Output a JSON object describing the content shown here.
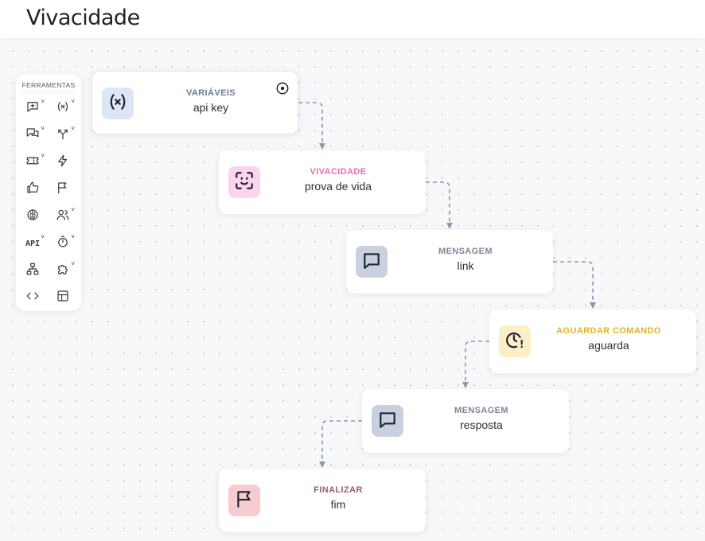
{
  "header": {
    "title": "Vivacidade"
  },
  "toolbox": {
    "title": "FERRAMENTAS",
    "tools": [
      {
        "icon": "add-message-icon",
        "dropdown": true
      },
      {
        "icon": "variable-icon",
        "dropdown": true
      },
      {
        "icon": "chat-bubbles-icon",
        "dropdown": true
      },
      {
        "icon": "split-arrows-icon",
        "dropdown": true
      },
      {
        "icon": "ticket-icon",
        "dropdown": true
      },
      {
        "icon": "lightning-icon",
        "dropdown": false
      },
      {
        "icon": "thumbs-up-icon",
        "dropdown": false
      },
      {
        "icon": "flag-icon",
        "dropdown": false
      },
      {
        "icon": "brain-icon",
        "dropdown": false
      },
      {
        "icon": "users-icon",
        "dropdown": true
      },
      {
        "icon": "api-icon",
        "label": "API",
        "dropdown": true
      },
      {
        "icon": "timer-icon",
        "dropdown": true
      },
      {
        "icon": "org-chart-icon",
        "dropdown": false
      },
      {
        "icon": "puzzle-icon",
        "dropdown": true
      },
      {
        "icon": "code-icon",
        "dropdown": false
      },
      {
        "icon": "table-icon",
        "dropdown": false
      }
    ]
  },
  "nodes": [
    {
      "type": "VARIÁVEIS",
      "label": "api key",
      "icon": "variable-icon",
      "type_color": "#6b7a99",
      "icon_bg": "#dde6f5"
    },
    {
      "type": "VIVACIDADE",
      "label": "prova de vida",
      "icon": "face-scan-icon",
      "type_color": "#e26bbd",
      "icon_bg": "#fbd5ee"
    },
    {
      "type": "MENSAGEM",
      "label": "link",
      "icon": "message-icon",
      "type_color": "#7d8699",
      "icon_bg": "#c9d0df"
    },
    {
      "type": "AGUARDAR COMANDO",
      "label": "aguarda",
      "icon": "clock-alert-icon",
      "type_color": "#e2b323",
      "icon_bg": "#fcefc7"
    },
    {
      "type": "MENSAGEM",
      "label": "resposta",
      "icon": "message-icon",
      "type_color": "#7d8699",
      "icon_bg": "#c9d0df"
    },
    {
      "type": "FINALIZAR",
      "label": "fim",
      "icon": "flag-icon",
      "type_color": "#9a5f66",
      "icon_bg": "#f6cccf"
    }
  ],
  "colors": {
    "edge": "#8c97ab",
    "canvas_dot": "#cdd1d8"
  }
}
